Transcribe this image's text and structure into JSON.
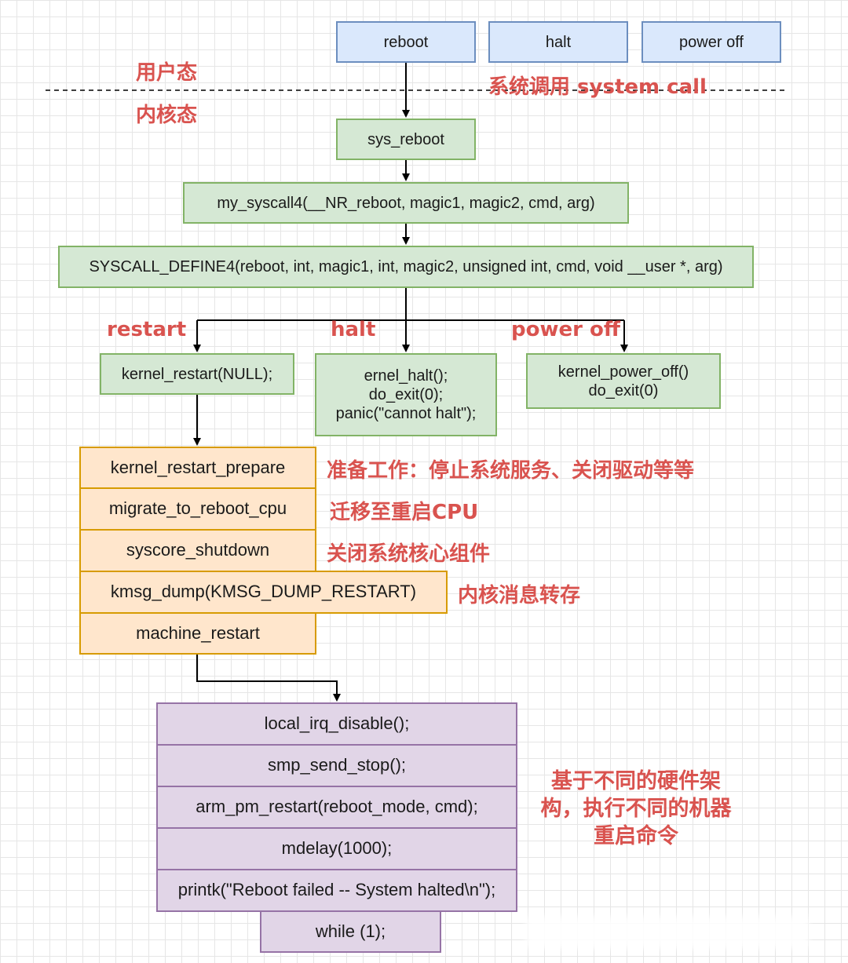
{
  "top_calls": {
    "reboot": "reboot",
    "halt": "halt",
    "power_off": "power off"
  },
  "layers": {
    "user_mode": "用户态",
    "kernel_mode": "内核态",
    "syscall_label": "系统调用 system call"
  },
  "flow": {
    "sys_reboot": "sys_reboot",
    "syscall4": "my_syscall4(__NR_reboot, magic1, magic2, cmd, arg)",
    "syscall_define4": "SYSCALL_DEFINE4(reboot, int, magic1, int, magic2, unsigned int, cmd, void __user *, arg)"
  },
  "branches": {
    "restart_label": "restart",
    "halt_label": "halt",
    "power_off_label": "power off",
    "restart_box": "kernel_restart(NULL);",
    "halt_box": [
      "ernel_halt();",
      "do_exit(0);",
      "panic(\"cannot halt\");"
    ],
    "power_off_box": [
      "kernel_power_off()",
      "do_exit(0)"
    ]
  },
  "restart_steps": [
    {
      "code": "kernel_restart_prepare",
      "note": "准备工作：停止系统服务、关闭驱动等等"
    },
    {
      "code": "migrate_to_reboot_cpu",
      "note": "迁移至重启CPU"
    },
    {
      "code": "syscore_shutdown",
      "note": "关闭系统核心组件"
    },
    {
      "code": "kmsg_dump(KMSG_DUMP_RESTART)",
      "note": "内核消息转存"
    },
    {
      "code": "machine_restart",
      "note": ""
    }
  ],
  "machine_steps": [
    "local_irq_disable();",
    "smp_send_stop();",
    "arm_pm_restart(reboot_mode, cmd);",
    "mdelay(1000);",
    "printk(\"Reboot failed -- System halted\\n\");",
    "while (1);"
  ],
  "arch_note": [
    "基于不同的硬件架",
    "构，执行不同的机器",
    "重启命令"
  ],
  "colors": {
    "blue_fill": "#dae8fc",
    "green_fill": "#d5e8d4",
    "orange_fill": "#ffe6cc",
    "purple_fill": "#e1d5e7",
    "annotation": "#d9534f"
  }
}
